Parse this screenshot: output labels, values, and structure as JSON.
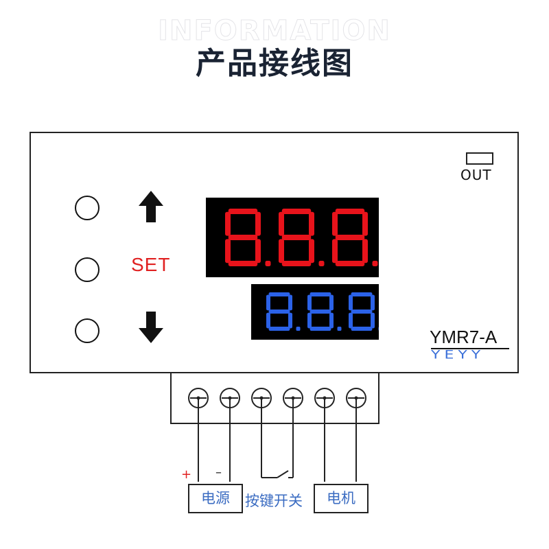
{
  "header": {
    "watermark": "INFORMATION",
    "title": "产品接线图"
  },
  "panel": {
    "set_label": "SET",
    "out_label": "OUT",
    "model": "YMR7-A",
    "brand": "YEYY",
    "display_red": {
      "text": "8.8.8.",
      "color": "#e8131b"
    },
    "display_blue": {
      "text": "8.8.8.",
      "color": "#2b62e8"
    },
    "buttons": [
      "up-arrow-icon",
      "set",
      "down-arrow-icon"
    ]
  },
  "terminals": {
    "count": 6
  },
  "wiring": {
    "plus": "+",
    "minus": "–",
    "power_label": "电源",
    "switch_label": "按键开关",
    "motor_label": "电机"
  },
  "colors": {
    "title": "#1a2333",
    "red": "#e02020",
    "blue_text": "#3b6cc2"
  }
}
